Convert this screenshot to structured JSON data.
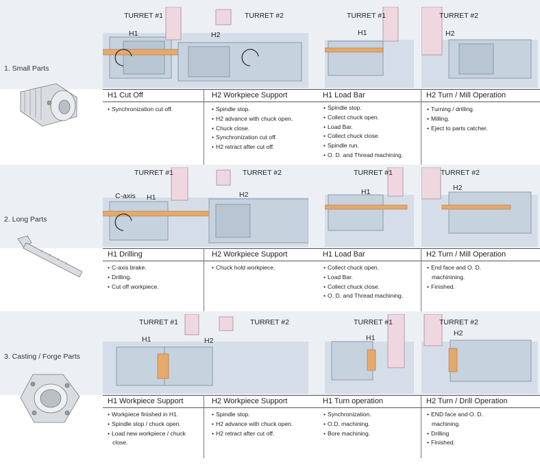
{
  "labels": {
    "turret1": "TURRET #1",
    "turret2": "TURRET #2",
    "h1": "H1",
    "h2": "H2",
    "c_axis": "C-axis"
  },
  "rows": [
    {
      "title": "1. Small Parts",
      "columns": [
        {
          "heading": "H1 Cut Off",
          "steps": [
            "Synchronization cut off."
          ]
        },
        {
          "heading": "H2 Workpiece Support",
          "steps": [
            "Spindle stop.",
            "H2 advance with chuck open.",
            "Chuck close.",
            "Synchronization cut off.",
            "H2 retract after cut off."
          ]
        },
        {
          "heading": "H1 Load Bar",
          "steps": [
            "Spindle stop.",
            "Collect chuck open.",
            "Load Bar.",
            "Collect chuck close.",
            "Spindle run.",
            "O. D. and Thread machining."
          ]
        },
        {
          "heading": "H2 Turn / Mill Operation",
          "steps": [
            "Turning / drilling.",
            "Milling.",
            "Eject to parts catcher."
          ]
        }
      ]
    },
    {
      "title": "2. Long Parts",
      "columns": [
        {
          "heading": "H1 Drilling",
          "steps": [
            "C-axis brake.",
            "Drilling.",
            "Cut off workpiece."
          ]
        },
        {
          "heading": "H2 Workpiece Support",
          "steps": [
            "Chuck hold workpiece."
          ]
        },
        {
          "heading": "H1 Load Bar",
          "steps": [
            "Collect chuck open.",
            "Load Bar.",
            "Collect chuck close.",
            "O. D. and Thread machining."
          ]
        },
        {
          "heading": "H2 Turn / Mill Operation",
          "steps": [
            "End face and O. D. machinining.",
            "Finished."
          ]
        }
      ]
    },
    {
      "title": "3. Casting / Forge Parts",
      "columns": [
        {
          "heading": "H1 Workpiece Support",
          "steps": [
            "Workpiece finished in H1.",
            "Spindle stop / chuck open.",
            "Load new workpiece / chuck close."
          ]
        },
        {
          "heading": "H2 Workpiece Support",
          "steps": [
            "Spindle stop.",
            "H2 advance with chuck open.",
            "H2 retract after cut off."
          ]
        },
        {
          "heading": "H1 Turn operation",
          "steps": [
            "Synchronization.",
            "O.D. machining.",
            "Bore machining."
          ]
        },
        {
          "heading": "H2 Turn / Drill Operation",
          "steps": [
            "END face and O. D. machining.",
            "Drilling",
            "Finished."
          ]
        }
      ]
    }
  ],
  "colors": {
    "band": "#ecf0f5",
    "metal": "#c6d2de",
    "metal_dark": "#8a9aab",
    "workpiece": "#e7a96b",
    "turret": "#efd7e0"
  }
}
